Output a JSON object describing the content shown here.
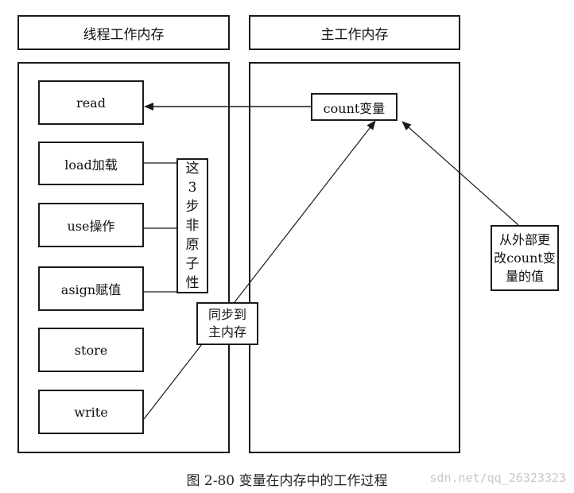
{
  "headers": {
    "thread_memory": "线程工作内存",
    "main_memory": "主工作内存"
  },
  "thread_ops": [
    "read",
    "load加载",
    "use操作",
    "asign赋值",
    "store",
    "write"
  ],
  "non_atomic_note": [
    "这",
    "3",
    "步",
    "非",
    "原",
    "子",
    "性"
  ],
  "count_variable": "count变量",
  "sync_to_main": [
    "同步到",
    "主内存"
  ],
  "external_change": [
    "从外部更",
    "改count变",
    "量的值"
  ],
  "caption": "图 2-80    变量在内存中的工作过程",
  "watermark": "sdn.net/qq_26323323"
}
